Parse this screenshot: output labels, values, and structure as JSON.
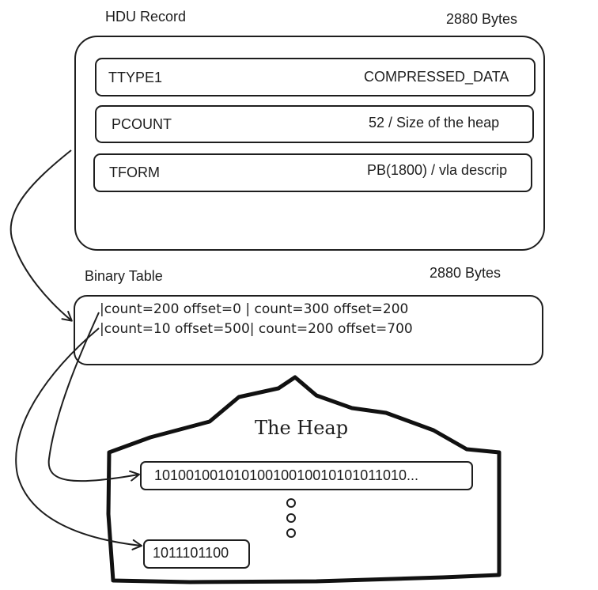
{
  "hdu": {
    "title": "HDU Record",
    "size": "2880 Bytes",
    "rows": [
      {
        "key": "TTYPE1",
        "value": "COMPRESSED_DATA"
      },
      {
        "key": "PCOUNT",
        "value": "52 / Size of the heap"
      },
      {
        "key": "TFORM",
        "value": "PB(1800) / vla descrip"
      }
    ]
  },
  "binary_table": {
    "title": "Binary Table",
    "size": "2880 Bytes",
    "lines": [
      "|count=200 offset=0 | count=300 offset=200",
      "|count=10 offset=500| count=200 offset=700"
    ]
  },
  "heap": {
    "title": "The Heap",
    "entries": [
      "10100100101010010010010101011010...",
      "1011101100"
    ]
  }
}
